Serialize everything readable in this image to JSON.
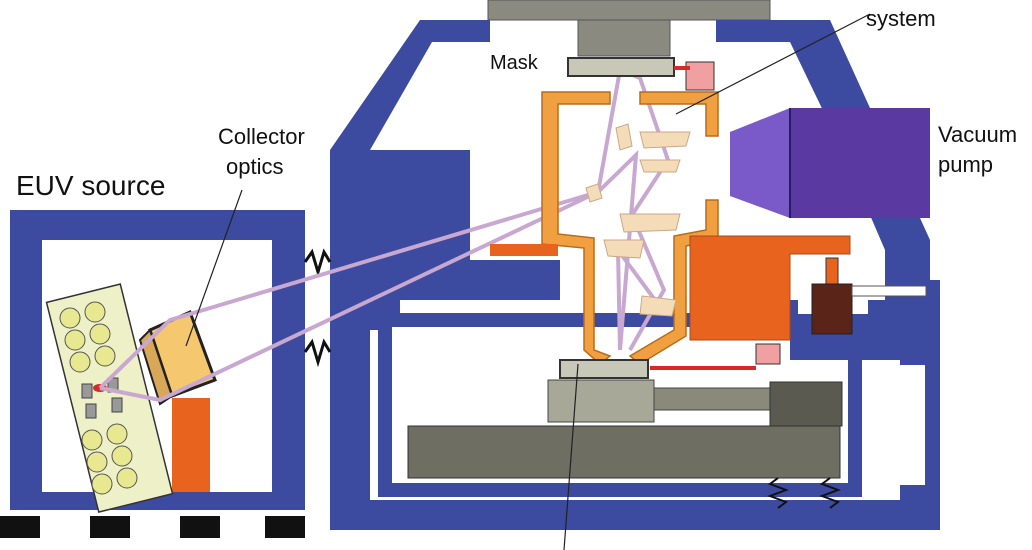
{
  "labels": {
    "optics_system_fragment": "system",
    "mask": "Mask",
    "collector_optics_line1": "Collector",
    "collector_optics_line2": "optics",
    "euv_source": "EUV source",
    "vacuum_pump_line1": "Vacuum",
    "vacuum_pump_line2": "pump"
  },
  "colors": {
    "chamber_wall": "#3c4ba0",
    "optics_housing": "#f0a040",
    "stage_orange": "#e8641e",
    "beam": "#c8a8d0",
    "mirror": "#f5dcb8",
    "vacuum_pump": "#5a3aa0",
    "stage_gray": "#8a8a7a",
    "signal_red": "#d82828",
    "dark_brown": "#5a2418"
  }
}
